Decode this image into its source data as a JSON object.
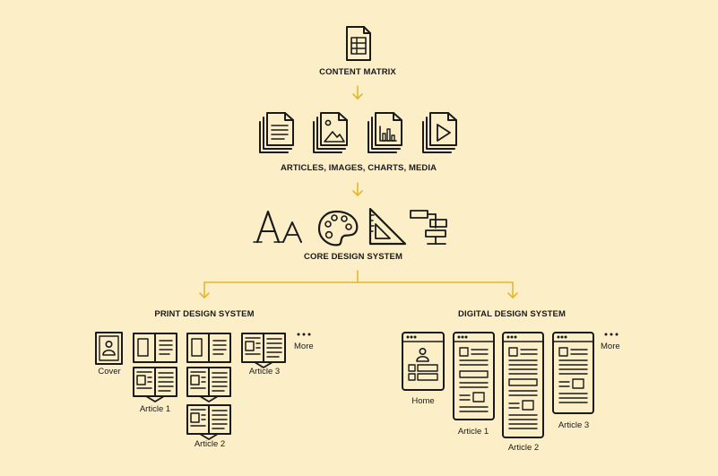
{
  "colors": {
    "background": "#fcefc8",
    "arrow": "#e8b62c",
    "ink": "#1a1a1a"
  },
  "nodes": {
    "content_matrix": "CONTENT MATRIX",
    "articles": "ARTICLES, IMAGES, CHARTS, MEDIA",
    "core": "CORE DESIGN SYSTEM",
    "print": "PRINT DESIGN SYSTEM",
    "digital": "DIGITAL DESIGN SYSTEM"
  },
  "print_items": {
    "cover": "Cover",
    "article1": "Article 1",
    "article2": "Article 2",
    "article3": "Article 3",
    "more": "More"
  },
  "digital_items": {
    "home": "Home",
    "article1": "Article 1",
    "article2": "Article 2",
    "article3": "Article 3",
    "more": "More"
  },
  "icons": {
    "matrix": "spreadsheet-document-icon",
    "media": [
      "text-document-stack-icon",
      "image-document-stack-icon",
      "chart-document-stack-icon",
      "video-document-stack-icon"
    ],
    "core": [
      "typography-icon",
      "palette-icon",
      "set-square-icon",
      "grid-component-icon"
    ]
  }
}
